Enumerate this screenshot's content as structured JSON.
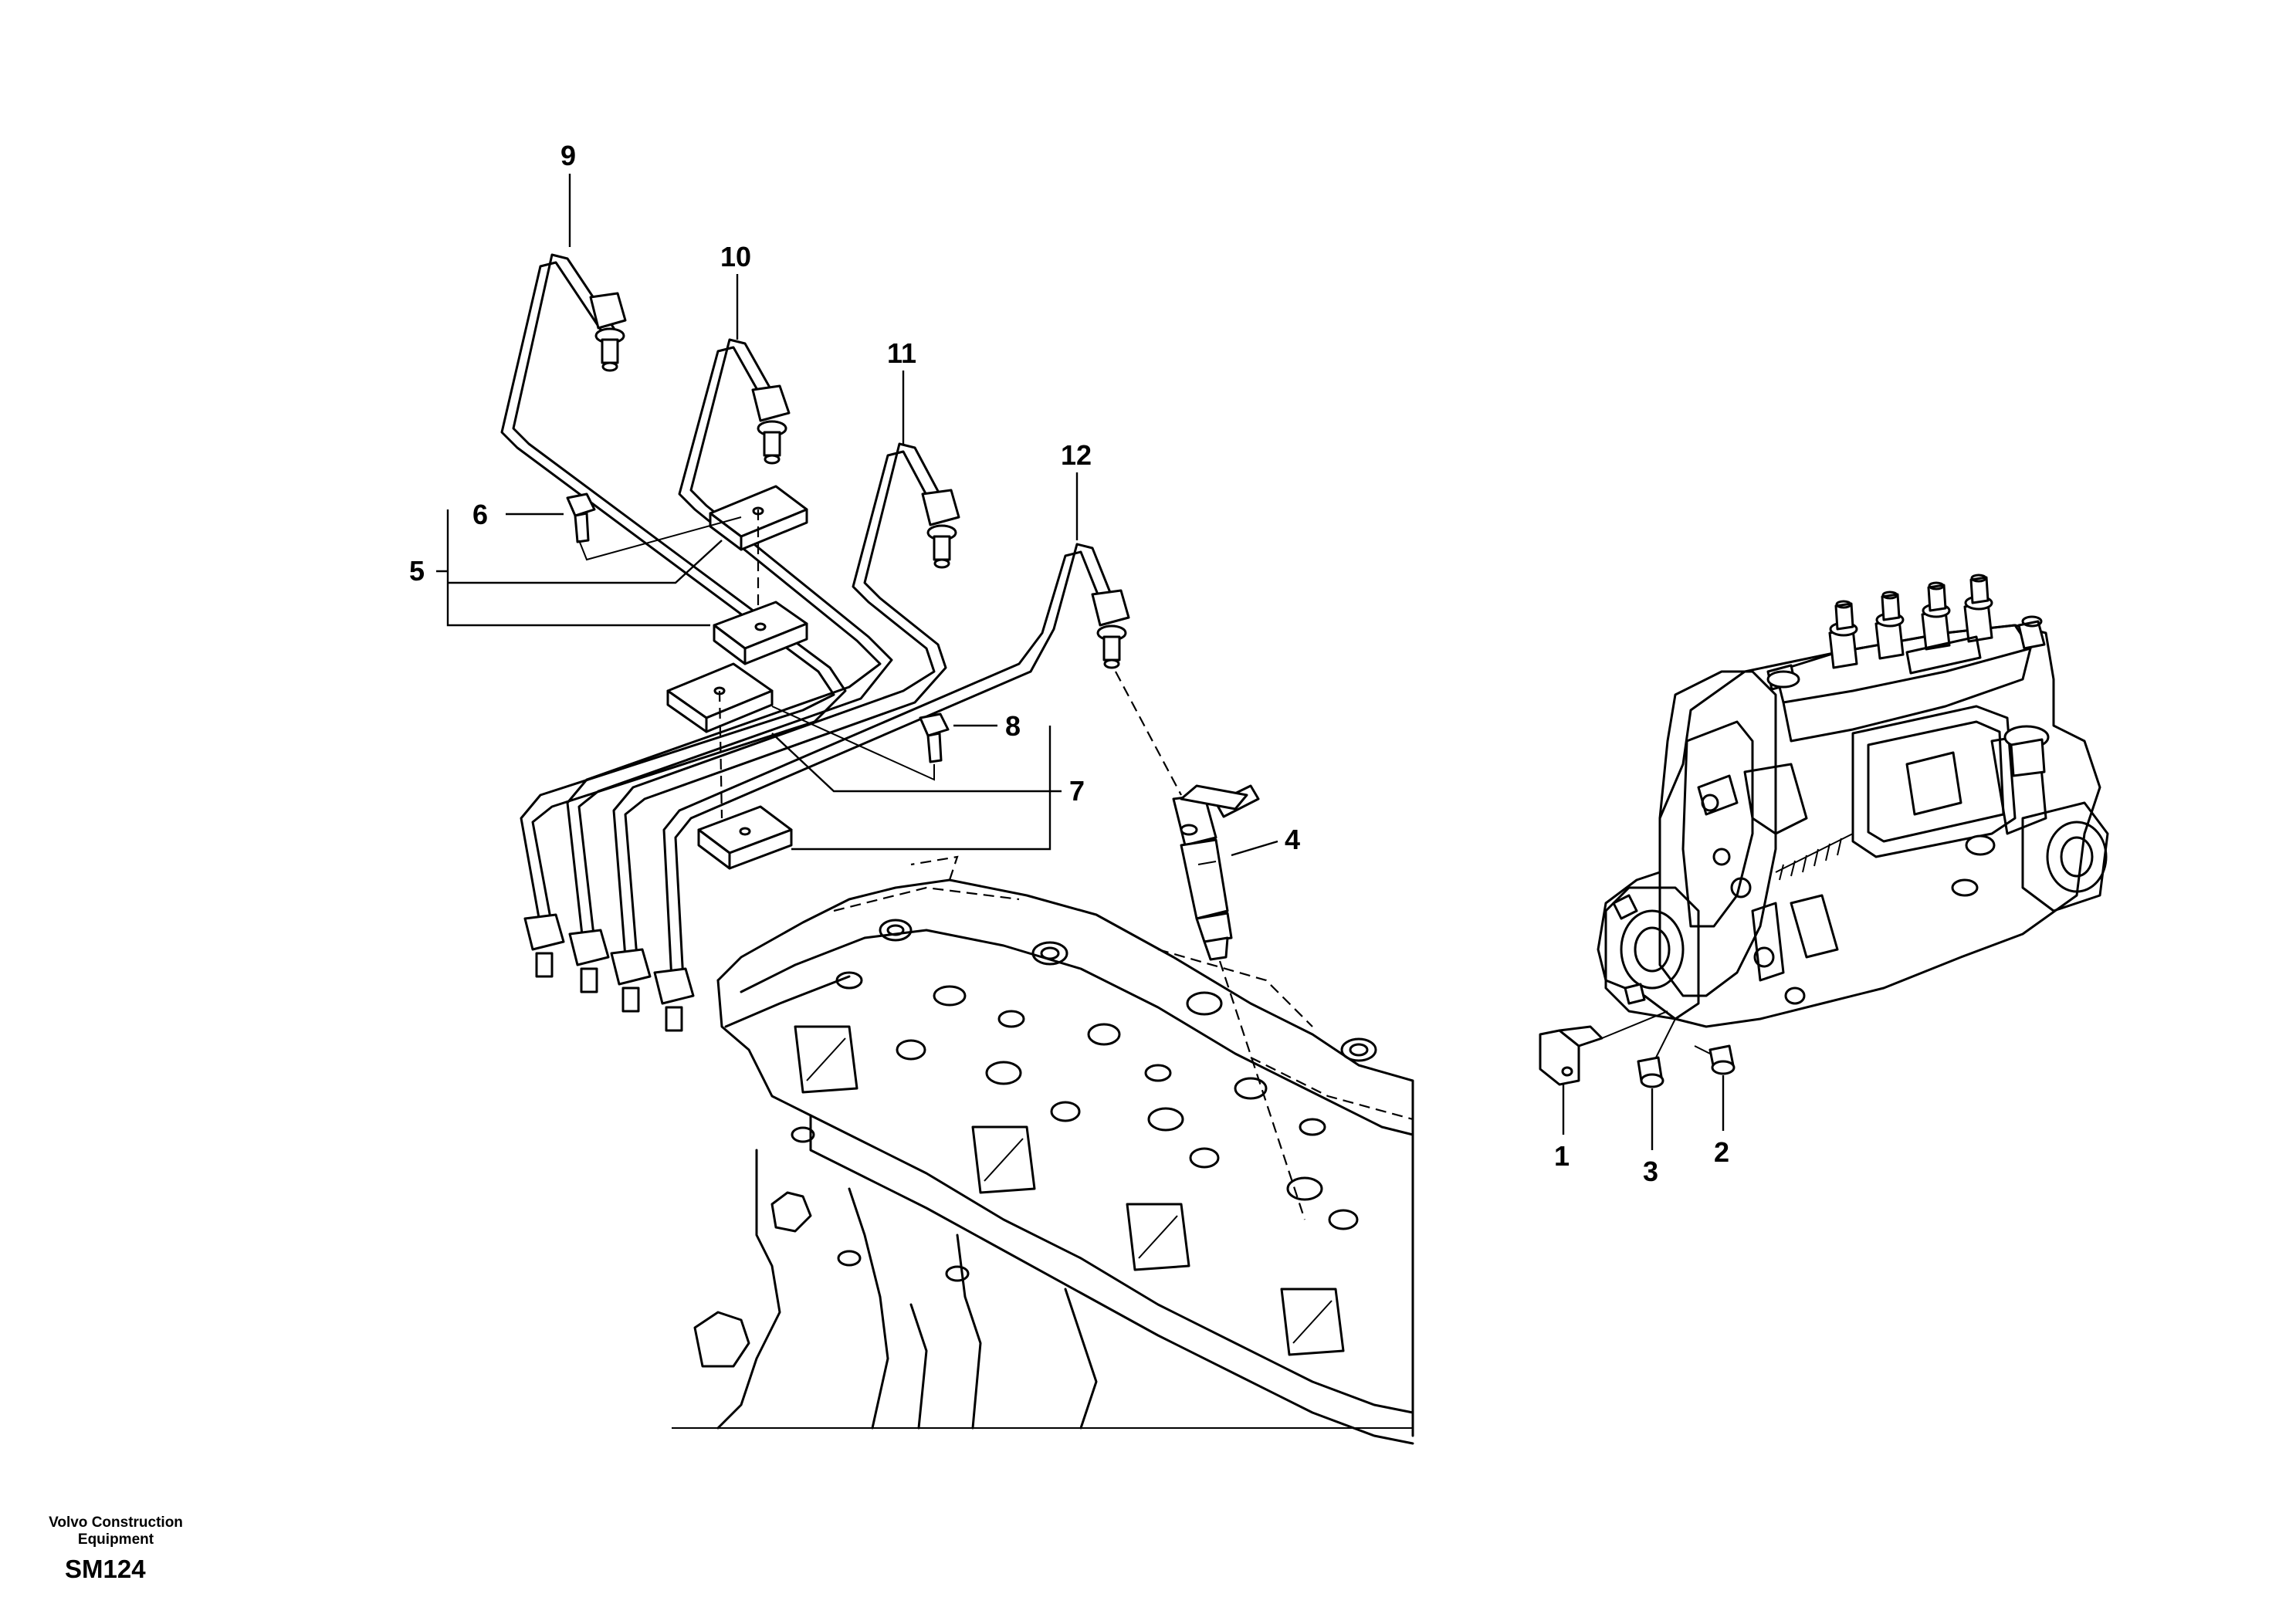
{
  "footer": {
    "company_line1": "Volvo Construction",
    "company_line2": "Equipment",
    "code": "SM124"
  },
  "callouts": {
    "c1": "1",
    "c2": "2",
    "c3": "3",
    "c4": "4",
    "c5": "5",
    "c6": "6",
    "c7": "7",
    "c8": "8",
    "c9": "9",
    "c10": "10",
    "c11": "11",
    "c12": "12"
  }
}
